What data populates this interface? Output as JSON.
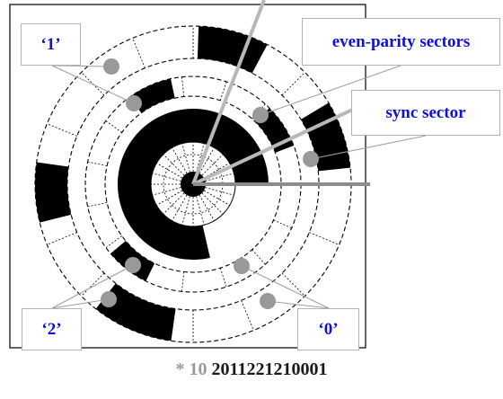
{
  "callouts": {
    "one": "‘1’",
    "two": "‘2’",
    "zero": "‘0’",
    "even_parity": "even-parity sectors",
    "sync": "sync sector"
  },
  "caption": {
    "prefix": "* 10",
    "code": "2011221210001"
  },
  "colors": {
    "accent_text": "#1010d8",
    "black": "#000000",
    "marker_gray": "#999999",
    "pointer_gray": "#b0b0b0"
  }
}
